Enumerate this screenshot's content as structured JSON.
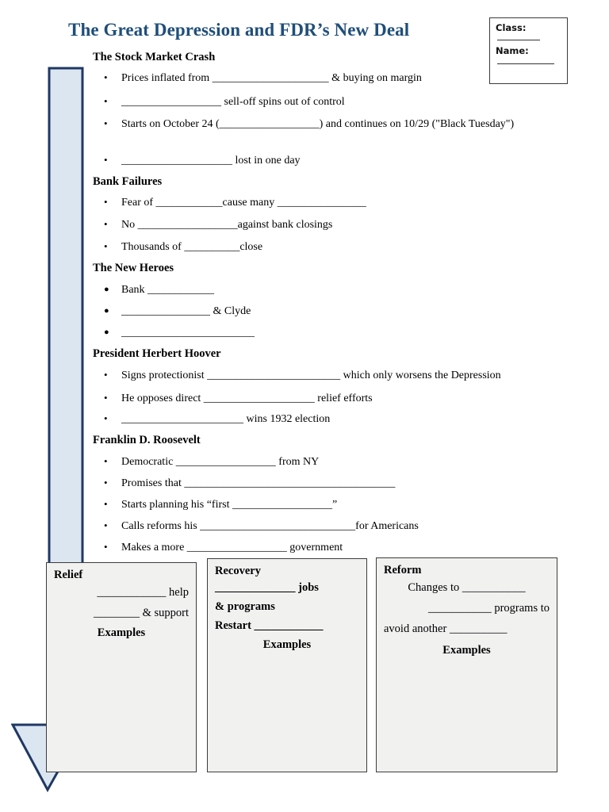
{
  "title": "The Great Depression and FDR’s New Deal",
  "student_box": {
    "class_label": "Class:",
    "name_label": "Name:"
  },
  "sections": [
    {
      "heading": "The Stock Market Crash",
      "bullet_style": "dot",
      "items": [
        "Prices inflated from _____________________ & buying on margin",
        "__________________ sell-off spins out of control",
        "Starts on October 24 (__________________) and continues on 10/29 (\"Black Tuesday\")",
        "____________________ lost in one day"
      ]
    },
    {
      "heading": "Bank Failures",
      "bullet_style": "dot",
      "items": [
        "Fear of ____________cause many ________________",
        "No __________________against bank closings",
        "Thousands of __________close"
      ]
    },
    {
      "heading": "The New Heroes",
      "bullet_style": "disc",
      "items": [
        "Bank ____________",
        "________________ & Clyde",
        "________________________"
      ]
    },
    {
      "heading": "President Herbert Hoover",
      "bullet_style": "dot",
      "items": [
        "Signs protectionist ________________________ which only worsens the Depression",
        "He opposes direct ____________________ relief efforts",
        "______________________ wins 1932 election"
      ]
    },
    {
      "heading": "Franklin D. Roosevelt",
      "bullet_style": "dot",
      "items": [
        "Democratic __________________ from NY",
        "Promises that ______________________________________",
        "Starts planning his “first __________________”",
        "Calls reforms his ____________________________for Americans",
        "Makes a more __________________ government"
      ]
    }
  ],
  "boxes": [
    {
      "title": "Relief",
      "lines": [
        "____________ help",
        "________ & support"
      ],
      "examples": "Examples"
    },
    {
      "title": "Recovery",
      "lines": [
        "______________ jobs",
        "& programs",
        "Restart ____________"
      ],
      "examples": "Examples"
    },
    {
      "title": "Reform",
      "lines": [
        "Changes to ___________",
        "___________ programs to",
        "avoid another __________"
      ],
      "examples": "Examples"
    }
  ],
  "bullets": {
    "dot": "•",
    "disc": "●"
  },
  "colors": {
    "title": "#1F4E79",
    "arrow_fill": "#dce6f1",
    "arrow_border": "#1f3864",
    "box_fill": "#f1f1f0",
    "box_border": "#3c3c3c"
  }
}
